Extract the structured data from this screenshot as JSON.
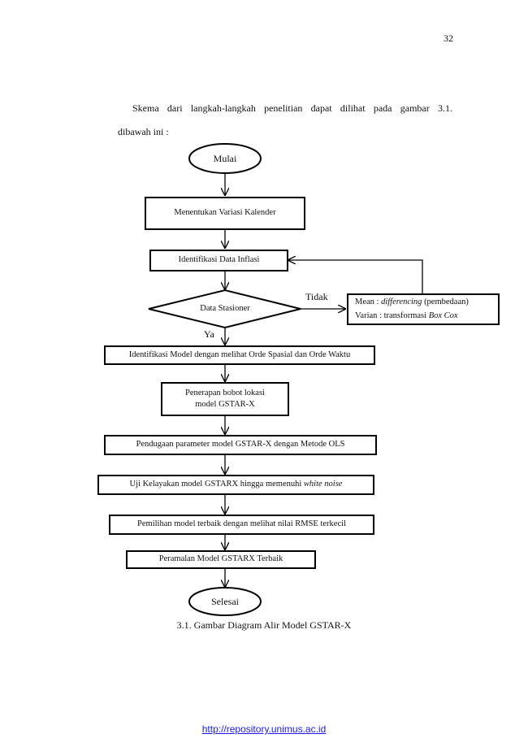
{
  "page_number": "32",
  "intro": {
    "line1": "Skema dari langkah-langkah penelitian dapat dilihat pada gambar 3.1.",
    "line2": "dibawah ini :"
  },
  "flow": {
    "start": "Mulai",
    "step1": "Menentukan Variasi Kalender",
    "step2": "Identifikasi Data Inflasi",
    "decision": "Data Stasioner",
    "no_label": "Tidak",
    "yes_label": "Ya",
    "side_mean_prefix": "Mean : ",
    "side_mean_italic": "differencing",
    "side_mean_suffix": " (pembedaan)",
    "side_var_prefix": "Varian : transformasi ",
    "side_var_italic": "Box Cox",
    "step3": "Identifikasi Model dengan melihat Orde Spasial dan Orde Waktu",
    "step4_line1": "Penerapan bobot lokasi",
    "step4_line2": "model GSTAR-X",
    "step5": "Pendugaan parameter model GSTAR-X dengan Metode OLS",
    "step6_prefix": "Uji Kelayakan model  GSTARX hingga memenuhi ",
    "step6_italic": "white noise",
    "step7": "Pemilihan model terbaik dengan melihat nilai RMSE terkecil",
    "step8": "Peramalan Model GSTARX Terbaik",
    "end": "Selesai"
  },
  "caption": "3.1. Gambar Diagram Alir Model GSTAR-X",
  "footer_link": "http://repository.unimus.ac.id"
}
